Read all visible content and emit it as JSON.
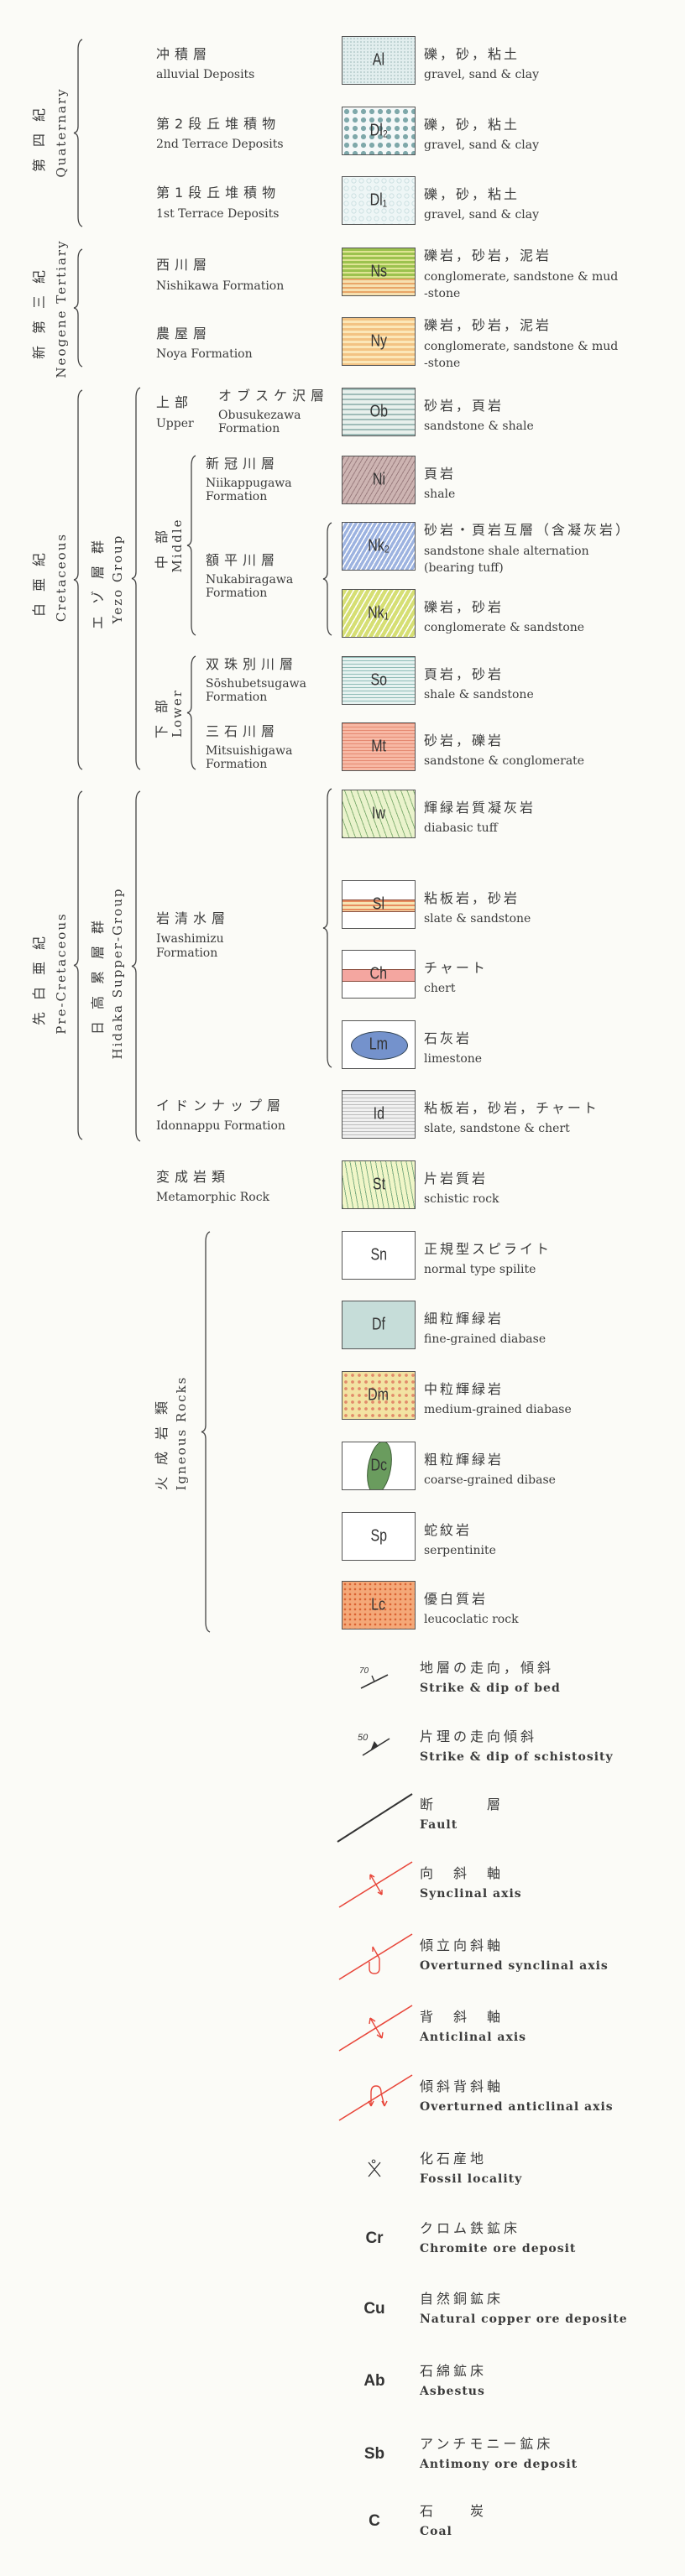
{
  "eras": [
    {
      "ja": "第四紀",
      "en": "Quaternary"
    },
    {
      "ja": "新第三紀",
      "en": "Neogene Tertiary"
    },
    {
      "ja": "白亜紀",
      "en": "Cretaceous"
    },
    {
      "ja": "先白亜紀",
      "en": "Pre-Cretaceous"
    }
  ],
  "groups": [
    {
      "ja": "エゾ層群",
      "en": "Yezo Group"
    },
    {
      "ja": "日高累層群",
      "en": "Hidaka Supper-Group"
    }
  ],
  "subdivisions": [
    {
      "ja": "上部",
      "en": "Upper"
    },
    {
      "ja": "中部",
      "en": "Middle"
    },
    {
      "ja": "下部",
      "en": "Lower"
    }
  ],
  "igneous": {
    "ja": "火成岩類",
    "en": "Igneous Rocks"
  },
  "formations": [
    {
      "ja": "冲積層",
      "en": [
        "alluvial Deposits"
      ]
    },
    {
      "ja": "第2段丘堆積物",
      "en": [
        "2nd Terrace Deposits"
      ]
    },
    {
      "ja": "第1段丘堆積物",
      "en": [
        "1st Terrace Deposits"
      ]
    },
    {
      "ja": "西川層",
      "en": [
        "Nishikawa Formation"
      ]
    },
    {
      "ja": "農屋層",
      "en": [
        "Noya Formation"
      ]
    },
    {
      "ja": "オブスケ沢層",
      "en": [
        "Obusukezawa",
        "Formation"
      ]
    },
    {
      "ja": "新冠川層",
      "en": [
        "Niikappugawa",
        "Formation"
      ]
    },
    {
      "ja": "額平川層",
      "en": [
        "Nukabiragawa",
        "Formation"
      ]
    },
    {
      "ja": "双珠別川層",
      "en": [
        "Sōshubetsugawa",
        "Formation"
      ]
    },
    {
      "ja": "三石川層",
      "en": [
        "Mitsuishigawa",
        "Formation"
      ]
    },
    {
      "ja": "岩清水層",
      "en": [
        "Iwashimizu",
        "Formation"
      ]
    },
    {
      "ja": "イドンナップ層",
      "en": [
        "Idonnappu Formation"
      ]
    },
    {
      "ja": "変成岩類",
      "en": [
        "Metamorphic Rock"
      ]
    }
  ],
  "units": [
    {
      "code": "Al",
      "ja": "礫，砂，粘土",
      "en": [
        "gravel, sand & clay"
      ]
    },
    {
      "code": "Dl₂",
      "ja": "礫，砂，粘土",
      "en": [
        "gravel, sand & clay"
      ]
    },
    {
      "code": "Dl₁",
      "ja": "礫，砂，粘土",
      "en": [
        "gravel, sand & clay"
      ]
    },
    {
      "code": "Ns",
      "ja": "礫岩，砂岩，泥岩",
      "en": [
        "conglomerate, sandstone & mud",
        "-stone"
      ]
    },
    {
      "code": "Ny",
      "ja": "礫岩，砂岩，泥岩",
      "en": [
        "conglomerate, sandstone & mud",
        "-stone"
      ]
    },
    {
      "code": "Ob",
      "ja": "砂岩，頁岩",
      "en": [
        "sandstone & shale"
      ]
    },
    {
      "code": "Ni",
      "ja": "頁岩",
      "en": [
        "shale"
      ]
    },
    {
      "code": "Nk₂",
      "ja": "砂岩・頁岩互層（含凝灰岩）",
      "en": [
        "sandstone shale alternation",
        "(bearing tuff)"
      ]
    },
    {
      "code": "Nk₁",
      "ja": "礫岩，砂岩",
      "en": [
        "conglomerate & sandstone"
      ]
    },
    {
      "code": "So",
      "ja": "頁岩，砂岩",
      "en": [
        "shale & sandstone"
      ]
    },
    {
      "code": "Mt",
      "ja": "砂岩，礫岩",
      "en": [
        "sandstone & conglomerate"
      ]
    },
    {
      "code": "Iw",
      "ja": "輝緑岩質凝灰岩",
      "en": [
        "diabasic tuff"
      ]
    },
    {
      "code": "Sl",
      "ja": "粘板岩，砂岩",
      "en": [
        "slate & sandstone"
      ]
    },
    {
      "code": "Ch",
      "ja": "チャート",
      "en": [
        "chert"
      ]
    },
    {
      "code": "Lm",
      "ja": "石灰岩",
      "en": [
        "limestone"
      ]
    },
    {
      "code": "Id",
      "ja": "粘板岩，砂岩，チャート",
      "en": [
        "slate, sandstone & chert"
      ]
    },
    {
      "code": "St",
      "ja": "片岩質岩",
      "en": [
        "schistic rock"
      ]
    },
    {
      "code": "Sn",
      "ja": "正規型スピライト",
      "en": [
        "normal type spilite"
      ]
    },
    {
      "code": "Df",
      "ja": "細粒輝緑岩",
      "en": [
        "fine-grained diabase"
      ]
    },
    {
      "code": "Dm",
      "ja": "中粒輝緑岩",
      "en": [
        "medium-grained diabase"
      ]
    },
    {
      "code": "Dc",
      "ja": "粗粒輝緑岩",
      "en": [
        "coarse-grained dibase"
      ]
    },
    {
      "code": "Sp",
      "ja": "蛇紋岩",
      "en": [
        "serpentinite"
      ]
    },
    {
      "code": "Lc",
      "ja": "優白質岩",
      "en": [
        "leucoclatic rock"
      ]
    }
  ],
  "symbols": [
    {
      "icon": "strike-dip-bed",
      "label": "70",
      "ja": "地層の走向，傾斜",
      "en": "Strike & dip of bed"
    },
    {
      "icon": "strike-dip-schistosity",
      "label": "50",
      "ja": "片理の走向傾斜",
      "en": "Strike & dip of schistosity"
    },
    {
      "icon": "fault",
      "ja": "断　　　層",
      "en": "Fault"
    },
    {
      "icon": "synclinal-axis",
      "ja": "向　斜　軸",
      "en": "Synclinal axis"
    },
    {
      "icon": "overturned-synclinal-axis",
      "ja": "傾立向斜軸",
      "en": "Overturned synclinal axis"
    },
    {
      "icon": "anticlinal-axis",
      "ja": "背　斜　軸",
      "en": "Anticlinal axis"
    },
    {
      "icon": "overturned-anticlinal-axis",
      "ja": "傾斜背斜軸",
      "en": "Overturned anticlinal axis"
    },
    {
      "icon": "fossil",
      "ja": "化石産地",
      "en": "Fossil locality"
    },
    {
      "icon": "text",
      "label": "Cr",
      "ja": "クロム鉄鉱床",
      "en": "Chromite ore deposit"
    },
    {
      "icon": "text",
      "label": "Cu",
      "ja": "自然銅鉱床",
      "en": "Natural copper ore deposite"
    },
    {
      "icon": "text",
      "label": "Ab",
      "ja": "石綿鉱床",
      "en": "Asbestus"
    },
    {
      "icon": "text",
      "label": "Sb",
      "ja": "アンチモニー鉱床",
      "en": "Antimony ore deposit"
    },
    {
      "icon": "text",
      "label": "C",
      "ja": "石　　炭",
      "en": "Coal"
    }
  ],
  "colors": {
    "fold_axis": "#e8463a",
    "line": "#333333"
  }
}
